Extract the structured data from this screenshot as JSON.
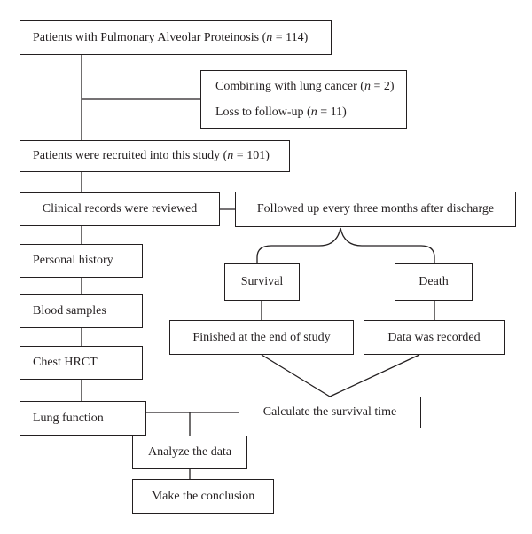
{
  "boxes": {
    "patients_pap": {
      "before": "Patients with Pulmonary Alveolar Proteinosis (",
      "n": "n",
      "after": " = 114)"
    },
    "excluded": {
      "lung_cancer": {
        "before": "Combining with lung cancer (",
        "n": "n",
        "after": " = 2)"
      },
      "follow_up_loss": {
        "before": "Loss to follow-up (",
        "n": "n",
        "after": " = 11)"
      }
    },
    "recruited": {
      "before": "Patients were recruited into this study (",
      "n": "n",
      "after": " = 101)"
    },
    "clinical_records": "Clinical records were reviewed",
    "followed_up": "Followed up every three months after discharge",
    "personal_history": "Personal history",
    "blood_samples": "Blood samples",
    "chest_hrct": "Chest HRCT",
    "lung_function": "Lung function",
    "survival": "Survival",
    "death": "Death",
    "finished": "Finished at the end of study",
    "data_recorded": "Data was recorded",
    "calc_survival": "Calculate the survival time",
    "analyze": "Analyze the data",
    "conclusion": "Make the conclusion"
  }
}
